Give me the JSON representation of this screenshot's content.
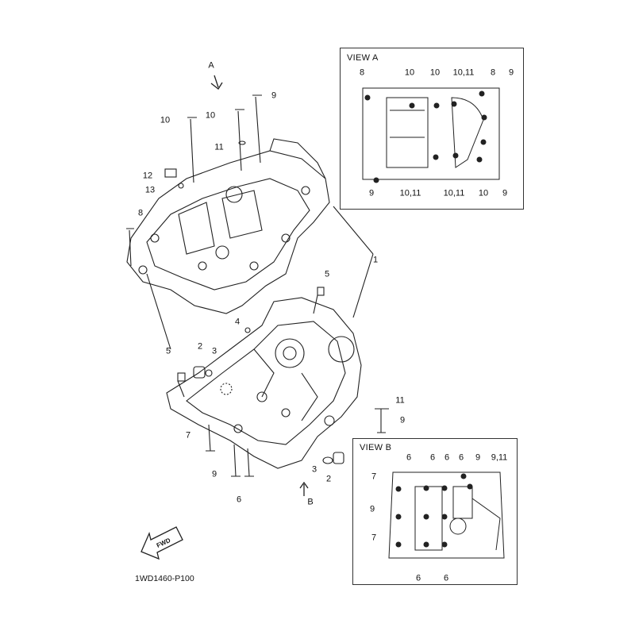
{
  "diagram": {
    "part_code": "1WD1460-P100",
    "direction_arrows": [
      "A",
      "B"
    ],
    "fwd_label": "FWD",
    "callouts": [
      "9",
      "10",
      "10",
      "11",
      "12",
      "13",
      "8",
      "1",
      "5",
      "4",
      "2",
      "3",
      "5",
      "11",
      "9",
      "7",
      "9",
      "6",
      "3",
      "2"
    ]
  },
  "view_a": {
    "title": "VIEW A",
    "top_labels": [
      "8",
      "10",
      "10",
      "10,11",
      "8",
      "9"
    ],
    "bottom_labels": [
      "9",
      "10,11",
      "10,11",
      "10",
      "9"
    ]
  },
  "view_b": {
    "title": "VIEW B",
    "top_labels": [
      "6",
      "6",
      "6",
      "6",
      "9",
      "9,11"
    ],
    "left_labels": [
      "7",
      "9",
      "7"
    ],
    "bottom_labels": [
      "6",
      "6"
    ]
  }
}
